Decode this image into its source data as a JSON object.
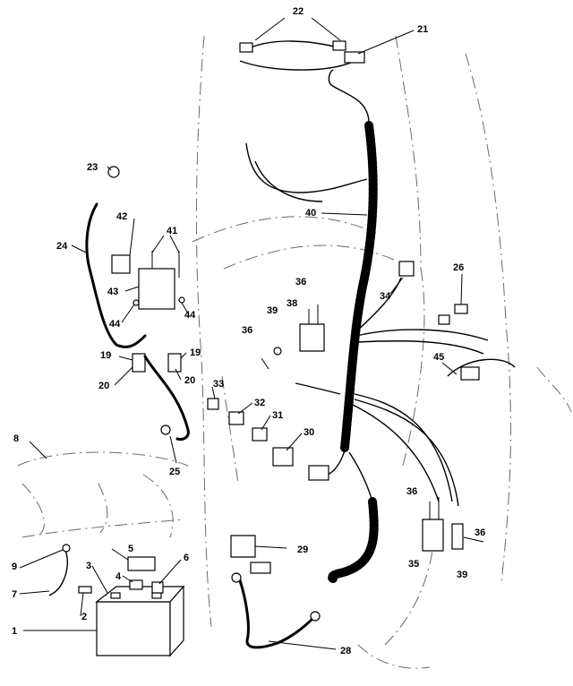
{
  "callouts": {
    "c1": "1",
    "c2": "2",
    "c3": "3",
    "c4": "4",
    "c5": "5",
    "c6": "6",
    "c7": "7",
    "c8": "8",
    "c9": "9",
    "c19a": "19",
    "c19b": "19",
    "c20a": "20",
    "c20b": "20",
    "c21": "21",
    "c22": "22",
    "c23": "23",
    "c24": "24",
    "c25": "25",
    "c26": "26",
    "c28": "28",
    "c29": "29",
    "c30": "30",
    "c31": "31",
    "c32": "32",
    "c33": "33",
    "c34": "34",
    "c35": "35",
    "c36a": "36",
    "c36b": "36",
    "c36c": "36",
    "c36d": "36",
    "c38": "38",
    "c39a": "39",
    "c39b": "39",
    "c40": "40",
    "c41": "41",
    "c42": "42",
    "c43": "43",
    "c44a": "44",
    "c44b": "44",
    "c45": "45"
  }
}
